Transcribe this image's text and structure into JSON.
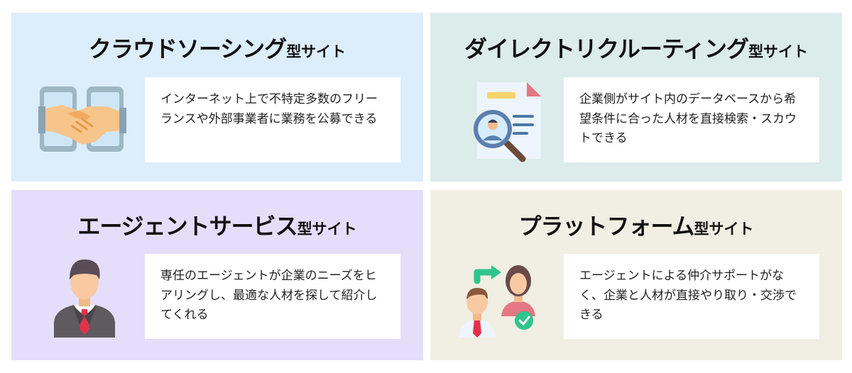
{
  "panels": [
    {
      "title": "クラウドソーシング",
      "suffix": "型サイト",
      "description": "インターネット上で不特定多数のフリーランスや外部事業者に業務を公募できる",
      "icon": "handshake-phones-icon"
    },
    {
      "title": "ダイレクトリクルーティング",
      "suffix": "型サイト",
      "description": "企業側がサイト内のデータベースから希望条件に合った人材を直接検索・スカウトできる",
      "icon": "resume-search-icon"
    },
    {
      "title": "エージェントサービス",
      "suffix": "型サイト",
      "description": "専任のエージェントが企業のニーズをヒアリングし、最適な人材を探して紹介してくれる",
      "icon": "agent-businessman-icon"
    },
    {
      "title": "プラットフォーム",
      "suffix": "型サイト",
      "description": "エージェントによる仲介サポートがなく、企業と人材が直接やり取り・交渉できる",
      "icon": "matching-people-icon"
    }
  ],
  "colors": {
    "panel1_bg": "#dcedfb",
    "panel2_bg": "#dbeceb",
    "panel3_bg": "#e4defa",
    "panel4_bg": "#f1eee4",
    "accent_green": "#2fc48d",
    "accent_red": "#e0334b"
  }
}
